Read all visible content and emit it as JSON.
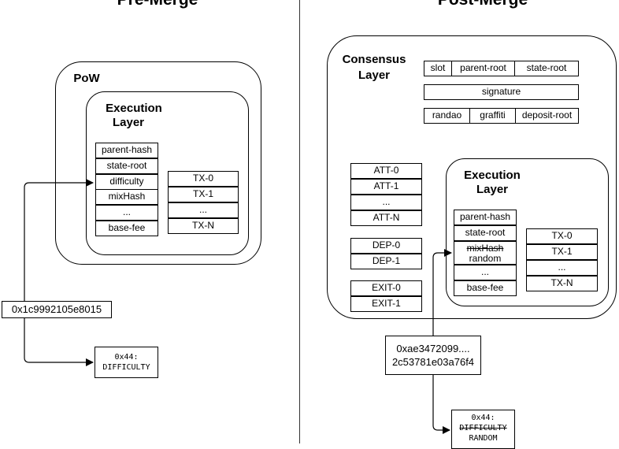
{
  "pre": {
    "title": "Pre-Merge",
    "pow_label": "PoW",
    "exec_label_1": "Execution",
    "exec_label_2": "Layer",
    "header_fields": [
      "parent-hash",
      "state-root",
      "difficulty",
      "mixHash",
      "...",
      "base-fee"
    ],
    "tx_items": [
      "TX-0",
      "TX-1",
      "...",
      "TX-N"
    ],
    "value_box": "0x1c9992105e8015",
    "opcode_line1": "0x44:",
    "opcode_line2": "DIFFICULTY"
  },
  "post": {
    "title": "Post-Merge",
    "consensus_label_1": "Consensus",
    "consensus_label_2": "Layer",
    "slot": "slot",
    "parent_root": "parent-root",
    "state_root": "state-root",
    "signature": "signature",
    "randao": "randao",
    "graffiti": "graffiti",
    "deposit_root": "deposit-root",
    "attestations": [
      "ATT-0",
      "ATT-1",
      "...",
      "ATT-N"
    ],
    "deposits": [
      "DEP-0",
      "DEP-1"
    ],
    "exits": [
      "EXIT-0",
      "EXIT-1"
    ],
    "exec_label_1": "Execution",
    "exec_label_2": "Layer",
    "header_fields": {
      "parent_hash": "parent-hash",
      "state_root": "state-root",
      "mixhash_old": "mixHash",
      "mixhash_new": "random",
      "ellipsis": "...",
      "base_fee": "base-fee"
    },
    "tx_items": [
      "TX-0",
      "TX-1",
      "...",
      "TX-N"
    ],
    "value_line1": "0xae3472099....",
    "value_line2": "2c53781e03a76f4",
    "opcode_line1": "0x44:",
    "opcode_line2": "DIFFICULTY",
    "opcode_line3": "RANDOM"
  }
}
